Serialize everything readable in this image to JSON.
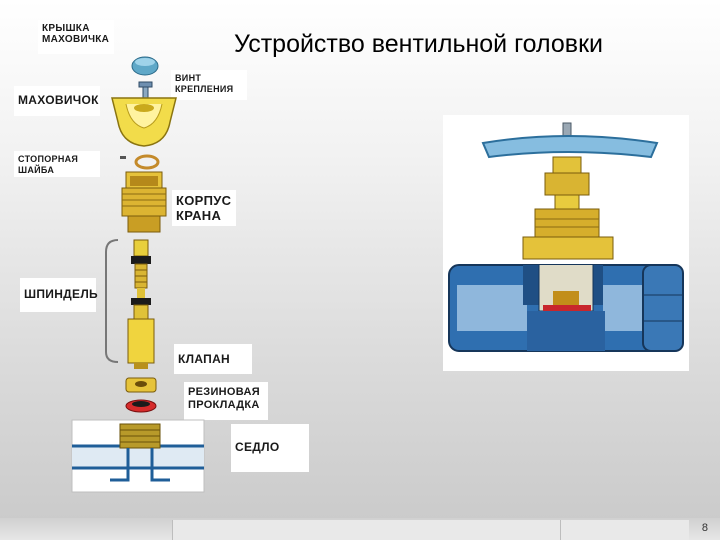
{
  "slide": {
    "title": "Устройство вентильной головки",
    "page_number": "8"
  },
  "labels": {
    "cap": "КРЫШКА МАХОВИЧКА",
    "screw": "ВИНТ КРЕПЛЕНИЯ",
    "handwheel": "МАХОВИЧОК",
    "washer": "СТОПОРНАЯ ШАЙБА",
    "body": "КОРПУС КРАНА",
    "spindle": "ШПИНДЕЛЬ",
    "valve": "КЛАПАН",
    "gasket": "РЕЗИНОВАЯ ПРОКЛАДКА",
    "seat": "СЕДЛО"
  },
  "colors": {
    "brass": "#e2c23a",
    "handle_blue": "#7fb4d8",
    "pipe_blue": "#2f6fb0",
    "gasket_red": "#c8262c"
  }
}
